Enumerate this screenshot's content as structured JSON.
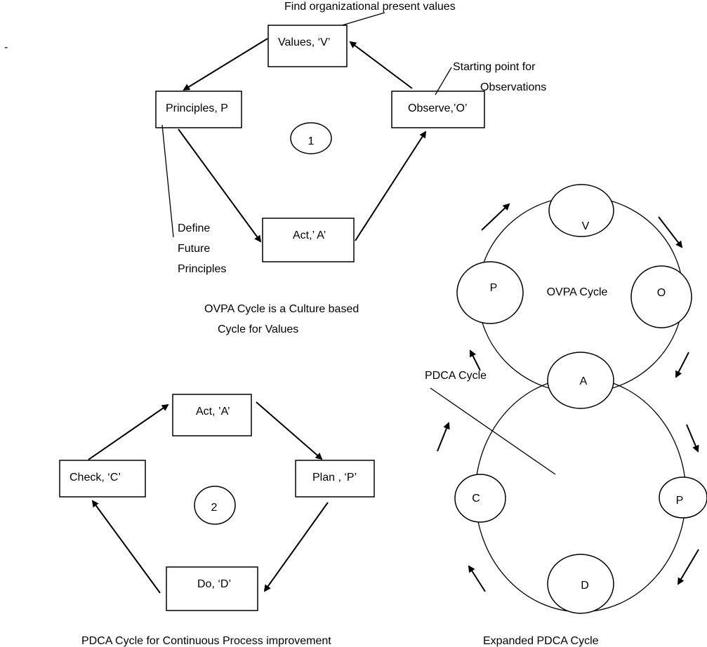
{
  "stray_mark": "-",
  "diagram1": {
    "annotation_top": "Find organizational present values",
    "annotation_observe": [
      "Starting point for",
      "Observations"
    ],
    "annotation_principles": [
      "Define",
      "Future",
      "Principles"
    ],
    "boxes": {
      "values": "Values, ‘V’",
      "principles": "Principles, P",
      "observe": "Observe,’O’",
      "act": "Act,’ A’"
    },
    "number": "1",
    "caption": [
      "OVPA Cycle is a Culture based",
      "Cycle for Values"
    ]
  },
  "diagram2": {
    "boxes": {
      "act": "Act, ’A’",
      "check": "Check, ‘C’",
      "plan": "Plan , ‘P’",
      "do": "Do, ‘D’"
    },
    "number": "2",
    "caption": "PDCA Cycle for Continuous Process improvement"
  },
  "diagram3": {
    "ovpa_label": "OVPA Cycle",
    "pdca_label": "PDCA Cycle",
    "nodes": {
      "v": "V",
      "p_top": "P",
      "o": "O",
      "a": "A",
      "c": "C",
      "p_bottom": "P",
      "d": "D"
    },
    "caption": "Expanded PDCA Cycle"
  },
  "colors": {
    "stroke": "#000000",
    "background": "#ffffff"
  }
}
